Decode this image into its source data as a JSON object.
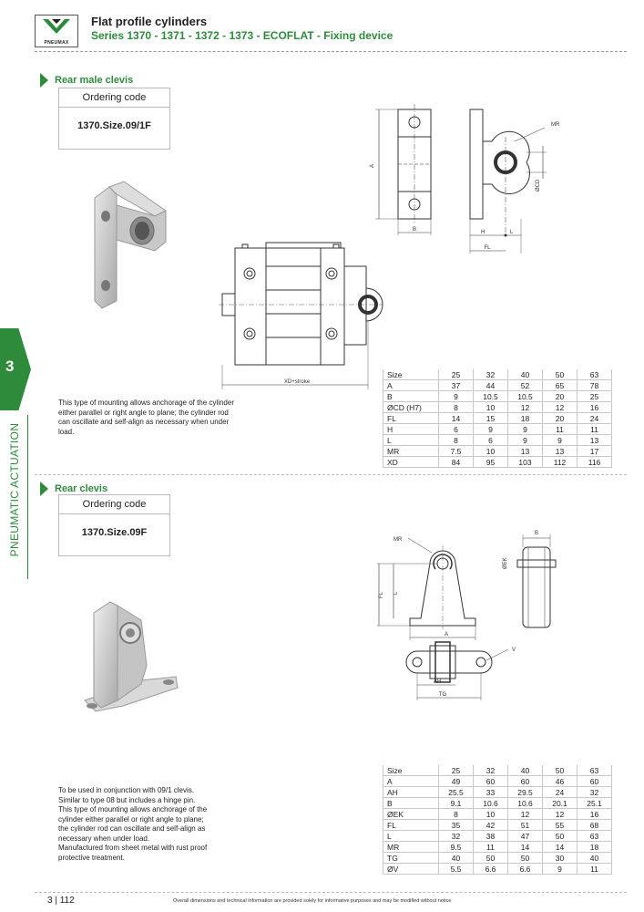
{
  "header": {
    "logo_text": "PNEUMAX",
    "title": "Flat profile cylinders",
    "subtitle": "Series 1370 - 1371 - 1372 - 1373 - ECOFLAT - Fixing device"
  },
  "side_tab": {
    "number": "3",
    "label": "PNEUMATIC ACTUATION"
  },
  "section1": {
    "title": "Rear male clevis",
    "ordering_label": "Ordering code",
    "ordering_code": "1370.Size.09/1F",
    "description": "This type of mounting allows anchorage of the cylinder either parallel or right angle to plane; the cylinder rod can oscillate and self-align as necessary when under load.",
    "drawing_labels": {
      "a": "A",
      "b": "B",
      "mr": "MR",
      "ocd": "ØCD",
      "h": "H",
      "l": "L",
      "fl": "FL",
      "xd": "XD+stroke"
    },
    "table": {
      "header": [
        "Size",
        "25",
        "32",
        "40",
        "50",
        "63"
      ],
      "rows": [
        [
          "A",
          "37",
          "44",
          "52",
          "65",
          "78"
        ],
        [
          "B",
          "9",
          "10.5",
          "10.5",
          "20",
          "25"
        ],
        [
          "ØCD (H7)",
          "8",
          "10",
          "12",
          "12",
          "16"
        ],
        [
          "FL",
          "14",
          "15",
          "18",
          "20",
          "24"
        ],
        [
          "H",
          "6",
          "9",
          "9",
          "11",
          "11"
        ],
        [
          "L",
          "8",
          "6",
          "9",
          "9",
          "13"
        ],
        [
          "MR",
          "7.5",
          "10",
          "13",
          "13",
          "17"
        ],
        [
          "XD",
          "84",
          "95",
          "103",
          "112",
          "116"
        ]
      ]
    }
  },
  "section2": {
    "title": "Rear clevis",
    "ordering_label": "Ordering code",
    "ordering_code": "1370.Size.09F",
    "description_lines": [
      "To be used in conjunction with 09/1 clevis.",
      "Similar to type 08 but includes a hinge pin.",
      "This type of mounting allows anchorage of the cylinder either parallel or right angle to plane; the cylinder rod can oscillate and self-align as necessary when under load.",
      "Manufactured from sheet metal with rust proof protective treatment."
    ],
    "drawing_labels": {
      "mr": "MR",
      "b": "B",
      "oek": "ØEK",
      "fl": "FL",
      "l": "L",
      "a": "A",
      "v": "V",
      "ah": "AH",
      "tg": "TG"
    },
    "table": {
      "header": [
        "Size",
        "25",
        "32",
        "40",
        "50",
        "63"
      ],
      "rows": [
        [
          "A",
          "49",
          "60",
          "60",
          "46",
          "60"
        ],
        [
          "AH",
          "25.5",
          "33",
          "29.5",
          "24",
          "32"
        ],
        [
          "B",
          "9.1",
          "10.6",
          "10.6",
          "20.1",
          "25.1"
        ],
        [
          "ØEK",
          "8",
          "10",
          "12",
          "12",
          "16"
        ],
        [
          "FL",
          "35",
          "42",
          "51",
          "55",
          "68"
        ],
        [
          "L",
          "32",
          "38",
          "47",
          "50",
          "63"
        ],
        [
          "MR",
          "9.5",
          "11",
          "14",
          "14",
          "18"
        ],
        [
          "TG",
          "40",
          "50",
          "50",
          "30",
          "40"
        ],
        [
          "ØV",
          "5.5",
          "6.6",
          "6.6",
          "9",
          "11"
        ]
      ]
    }
  },
  "footer": {
    "page": "3 | 112",
    "note": "Overall dimensions and technical information are provided solely for informative purposes and may be modified without notice"
  },
  "colors": {
    "brand_green": "#2e8b3c"
  }
}
